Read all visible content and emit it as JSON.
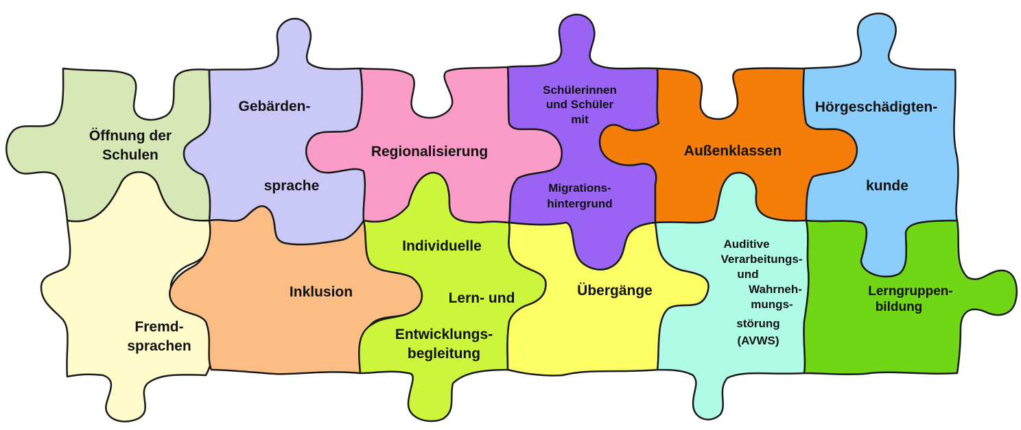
{
  "pieces": [
    {
      "id": "oeffnung",
      "color": "#d7e7b6",
      "lines": [
        "Öffnung der",
        "Schulen"
      ]
    },
    {
      "id": "gebaerden",
      "color": "#c9c8f7",
      "lines": [
        "Gebärden-",
        "sprache"
      ]
    },
    {
      "id": "regional",
      "color": "#fb9bc8",
      "lines": [
        "Regionalisierung"
      ]
    },
    {
      "id": "migration",
      "color": "#9a63f4",
      "lines": [
        "Schülerinnen",
        "und Schüler",
        "mit",
        "Migrations-",
        "hintergrund"
      ]
    },
    {
      "id": "aussen",
      "color": "#f57e0a",
      "lines": [
        "Außenklassen"
      ]
    },
    {
      "id": "hoer",
      "color": "#8ccefb",
      "lines": [
        "Hörgeschädigten-",
        "kunde"
      ]
    },
    {
      "id": "fremd",
      "color": "#fdfcca",
      "lines": [
        "Fremd-",
        "sprachen"
      ]
    },
    {
      "id": "inklusion",
      "color": "#fbbd84",
      "lines": [
        "Inklusion"
      ]
    },
    {
      "id": "individuelle",
      "color": "#ccf53b",
      "lines": [
        "Individuelle",
        "Lern- und",
        "Entwicklungs-",
        "begleitung"
      ]
    },
    {
      "id": "uebergaenge",
      "color": "#fdfd64",
      "lines": [
        "Übergänge"
      ]
    },
    {
      "id": "avws",
      "color": "#b0fbe5",
      "lines": [
        "Auditive",
        "Verarbeitungs-",
        "und",
        "Wahrneh-",
        "mungs-",
        "störung",
        "(AVWS)"
      ]
    },
    {
      "id": "lerngruppen",
      "color": "#70d615",
      "lines": [
        "Lerngruppen-",
        "bildung"
      ]
    }
  ]
}
